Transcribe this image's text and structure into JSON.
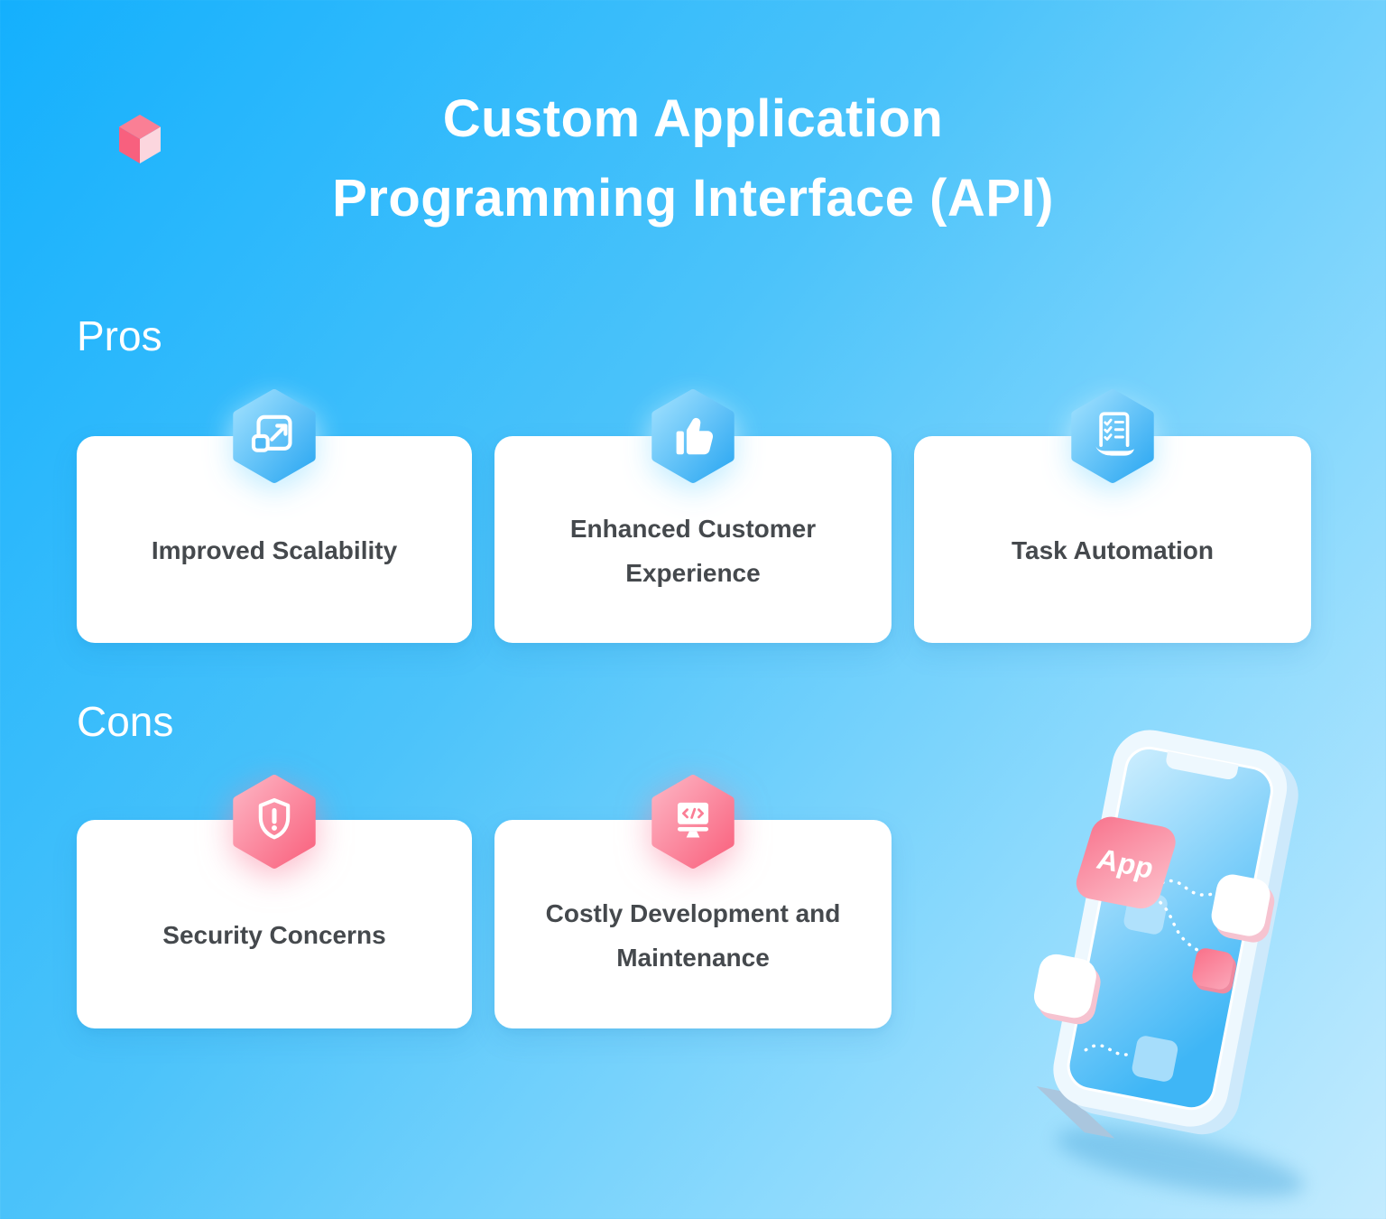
{
  "header": {
    "title_line1": "Custom Application",
    "title_line2": "Programming Interface (API)"
  },
  "pros": {
    "heading": "Pros",
    "cards": [
      {
        "label": "Improved Scalability",
        "icon": "scale-expand-icon"
      },
      {
        "label": "Enhanced Customer Experience",
        "icon": "thumbs-up-icon"
      },
      {
        "label": "Task Automation",
        "icon": "checklist-icon"
      }
    ]
  },
  "cons": {
    "heading": "Cons",
    "cards": [
      {
        "label": "Security Concerns",
        "icon": "shield-alert-icon"
      },
      {
        "label": "Costly Development and Maintenance",
        "icon": "code-monitor-icon"
      }
    ]
  },
  "illustration": {
    "app_label": "App"
  },
  "colors": {
    "background_start": "#14b0fd",
    "background_end": "#c3ebfe",
    "hex_blue_light": "#96dcfe",
    "hex_blue_dark": "#2da8f2",
    "hex_pink_light": "#fdb3c2",
    "hex_pink_dark": "#f9637f",
    "card_bg": "#ffffff",
    "card_text": "#45494d",
    "heading_text": "#ffffff",
    "logo_pink_dark": "#f8607e",
    "logo_pink": "#fa7f95",
    "logo_pink_light": "#fcd6de"
  }
}
